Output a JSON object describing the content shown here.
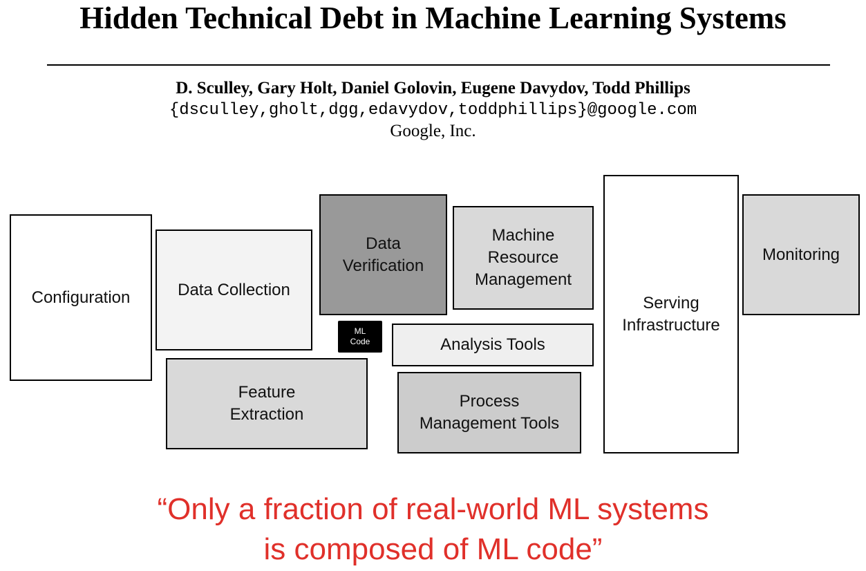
{
  "header": {
    "title": "Hidden Technical Debt in Machine Learning Systems",
    "authors": "D. Sculley, Gary Holt, Daniel Golovin, Eugene Davydov, Todd Phillips",
    "emails": "{dsculley,gholt,dgg,edavydov,toddphillips}@google.com",
    "affiliation": "Google, Inc."
  },
  "diagram": {
    "configuration": "Configuration",
    "data_collection": "Data Collection",
    "data_verification": [
      "Data",
      "Verification"
    ],
    "machine_resource_management": [
      "Machine",
      "Resource",
      "Management"
    ],
    "ml_code": [
      "ML",
      "Code"
    ],
    "analysis_tools": "Analysis Tools",
    "feature_extraction": [
      "Feature",
      "Extraction"
    ],
    "process_management_tools": [
      "Process",
      "Management Tools"
    ],
    "serving_infrastructure": [
      "Serving",
      "Infrastructure"
    ],
    "monitoring": "Monitoring"
  },
  "colors": {
    "quote": "#e0302a"
  },
  "quote": {
    "line1": "“Only a fraction of real-world ML systems",
    "line2": "is composed of ML code”"
  }
}
